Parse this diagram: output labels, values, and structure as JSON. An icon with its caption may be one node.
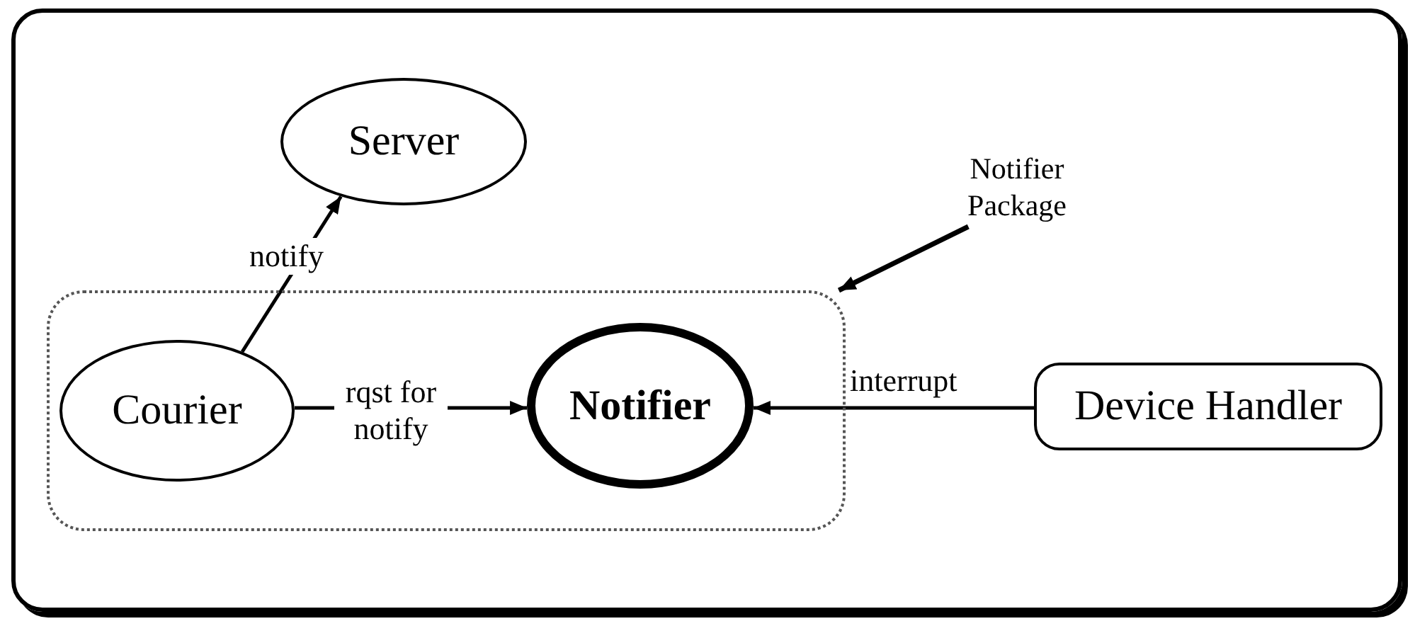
{
  "diagram": {
    "nodes": [
      {
        "text": [
          "Server"
        ]
      },
      {
        "text": [
          "Notifier Package"
        ]
      },
      {
        "text": [],
        "shape": "box"
      },
      {
        "text": [
          "Courier"
        ],
        "in": 2
      },
      {
        "text": [
          "Notifier"
        ],
        "in": 2
      },
      {
        "text": [
          "Device Handler"
        ]
      }
    ],
    "edges": [
      {
        "from": 3,
        "to": 0,
        "arrow": "to",
        "label": "notify"
      },
      {
        "from": 1,
        "to": 2,
        "arrow": "to"
      },
      {
        "from": 3,
        "to": 4,
        "arrow": "to",
        "label": "rqst for notify"
      },
      {
        "from": 5,
        "to": 4,
        "arrow": "to",
        "label": "interrupt"
      }
    ]
  }
}
